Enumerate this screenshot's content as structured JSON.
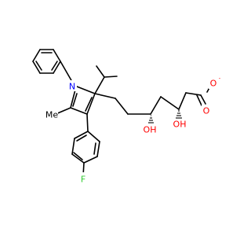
{
  "colors": {
    "background": "#ffffff",
    "bond": "#000000",
    "carbon_label": "#000000",
    "nitrogen": "#0000ff",
    "oxygen": "#ff0000",
    "fluorine": "#33cc33"
  },
  "atoms": {
    "n1": {
      "symbol": "N",
      "element": "nitrogen"
    },
    "o_hydroxyl_5": {
      "symbol": "OH",
      "element": "oxygen"
    },
    "o_hydroxyl_3": {
      "symbol": "OH",
      "element": "oxygen"
    },
    "o_carbonyl": {
      "symbol": "O",
      "element": "oxygen"
    },
    "o_carboxylate": {
      "symbol": "O",
      "element": "oxygen"
    },
    "methyl": {
      "symbol": "Me",
      "element": "carbon"
    },
    "f1": {
      "symbol": "F",
      "element": "fluorine"
    }
  },
  "charges": {
    "o_carboxylate": "-"
  }
}
